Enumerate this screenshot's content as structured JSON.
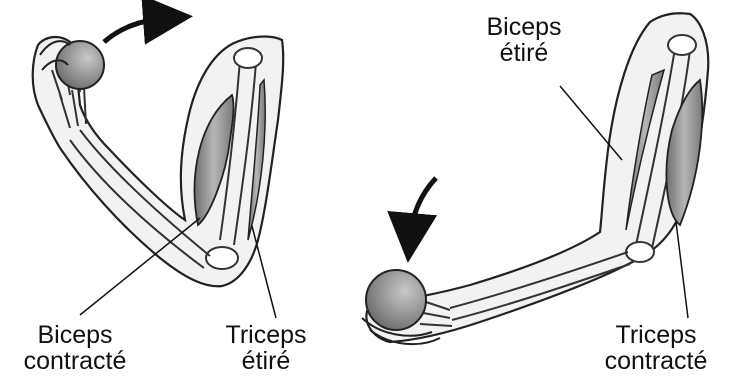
{
  "labels": {
    "biceps_contracte": [
      "Biceps",
      "contracté"
    ],
    "triceps_etire": [
      "Triceps",
      "étiré"
    ],
    "biceps_etire": [
      "Biceps",
      "étiré"
    ],
    "triceps_contracte": [
      "Triceps",
      "contracté"
    ]
  },
  "colors": {
    "skin_fill": "#f2f2f2",
    "outline": "#222222",
    "muscle": "#8e8e8e",
    "bone": "#ffffff",
    "ball": "#9a9a9a",
    "text": "#111111"
  }
}
